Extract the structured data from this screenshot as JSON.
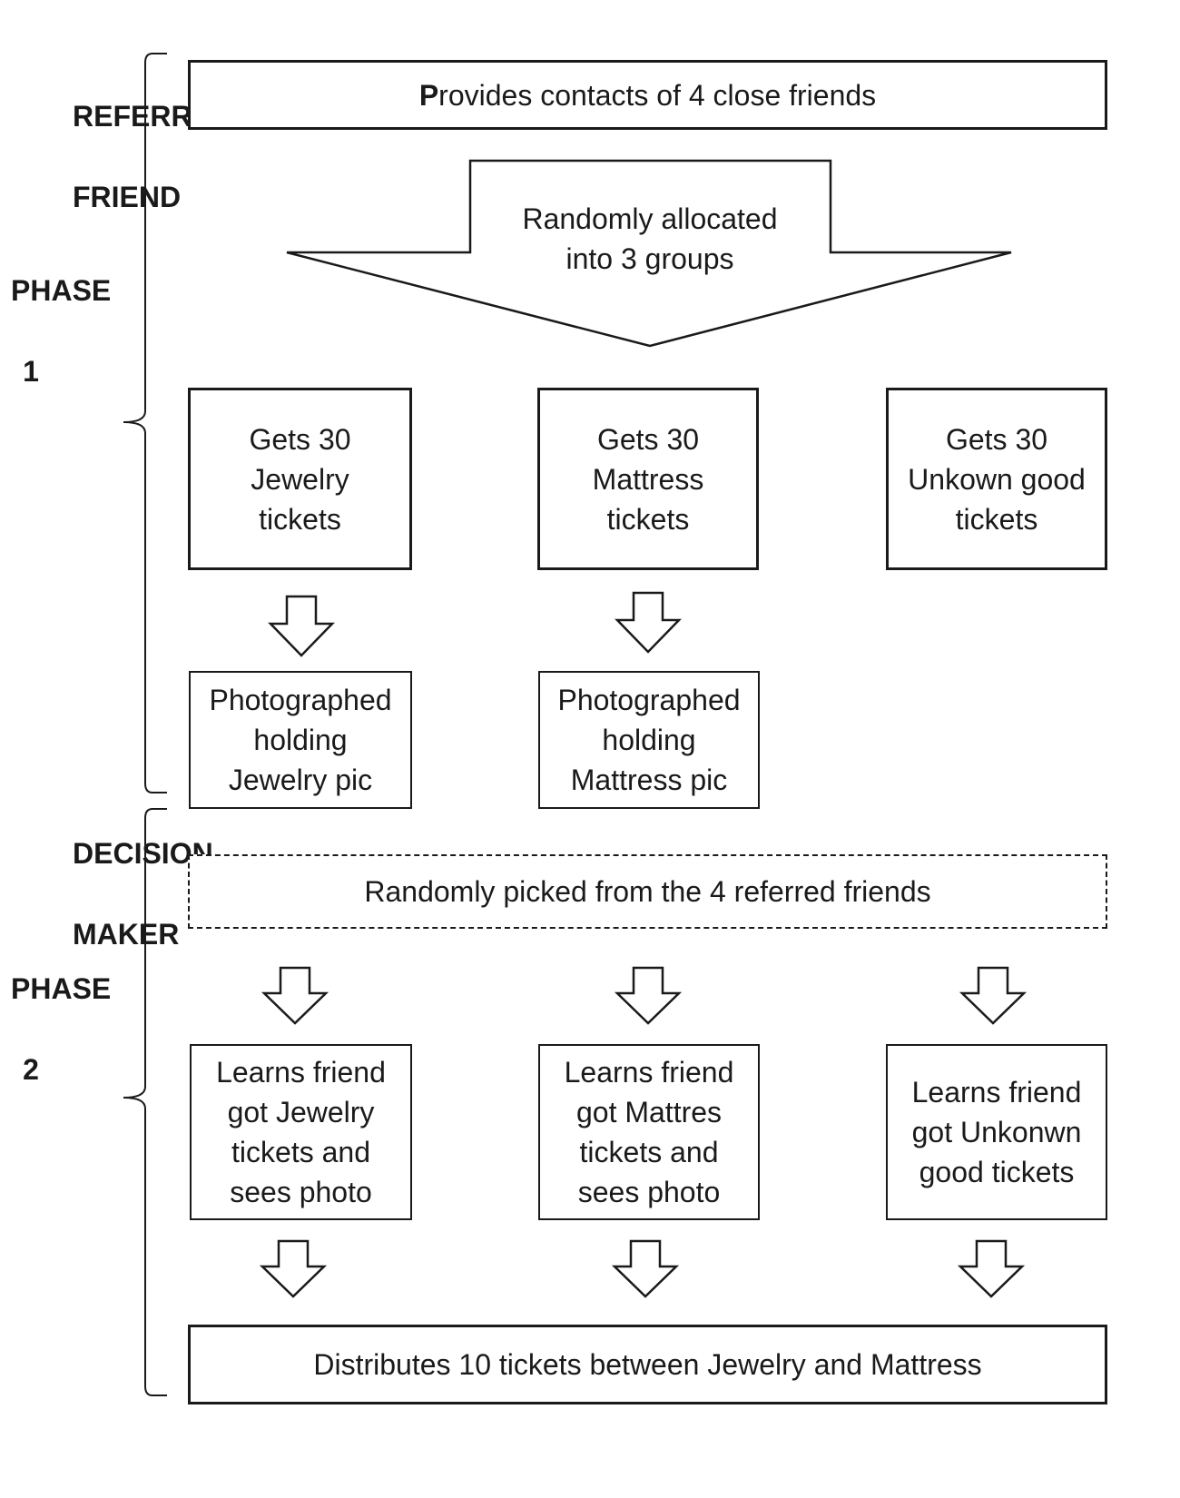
{
  "phase1": {
    "phase_label": "PHASE\n\n1",
    "role_label": "REFERRING\n\nFRIEND",
    "contacts_box": {
      "bold_prefix": "P",
      "rest": "rovides contacts of 4 close friends"
    },
    "allocation_text": "Randomly allocated\ninto 3 groups",
    "groups": [
      {
        "tickets_text": "Gets 30\nJewelry\ntickets",
        "photo_text": "Photographed\nholding\nJewelry pic"
      },
      {
        "tickets_text": "Gets 30\nMattress\ntickets",
        "photo_text": "Photographed\nholding\nMattress pic"
      },
      {
        "tickets_text": "Gets 30\nUnkown good\ntickets"
      }
    ]
  },
  "phase2": {
    "phase_label": "PHASE\n\n2",
    "role_label": "DECISION\n\nMAKER",
    "picked_text": "Randomly picked from the 4 referred friends",
    "learns": [
      "Learns friend\ngot Jewelry\ntickets and\nsees photo",
      "Learns friend\ngot Mattres\ntickets and\nsees photo",
      "Learns friend\ngot Unkonwn\ngood tickets"
    ],
    "distribute_text": "Distributes 10 tickets between Jewelry and Mattress"
  }
}
